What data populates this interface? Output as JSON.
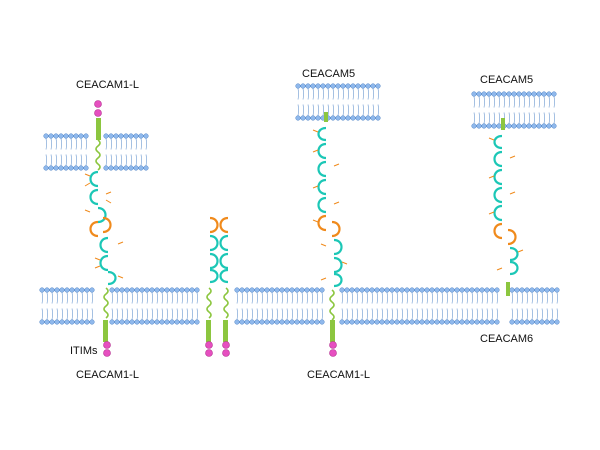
{
  "labels": {
    "ceacam1l_top": "CEACAM1-L",
    "ceacam5_mid": "CEACAM5",
    "ceacam5_right": "CEACAM5",
    "itims": "ITIMs",
    "ceacam1l_bottom_left": "CEACAM1-L",
    "ceacam1l_bottom_mid": "CEACAM1-L",
    "ceacam6": "CEACAM6"
  },
  "colors": {
    "lipid_head": "#8fb8ec",
    "lipid_head_stroke": "#4d83c7",
    "lipid_tail": "#7fa6d6",
    "ig_domain": "#1cc7b6",
    "n_domain": "#f08a1c",
    "transmembrane": "#8cc63f",
    "phosphate": "#e64fc0",
    "glycan": "#f08a1c"
  }
}
